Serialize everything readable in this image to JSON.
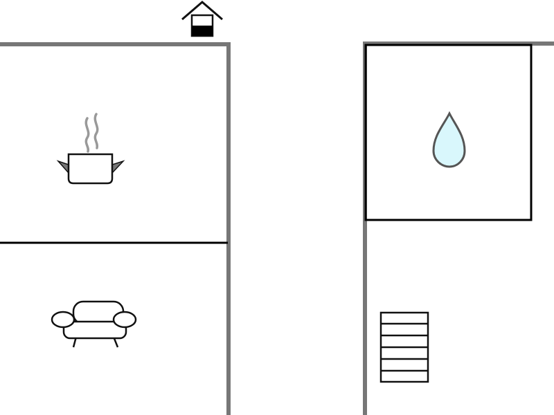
{
  "floorplan": {
    "colors": {
      "background": "#ffffff",
      "outer_wall": "#777777",
      "inner_line": "#000000",
      "icon_stroke": "#111111",
      "steam": "#999999",
      "pot_handles": "#777777",
      "water_fill": "#d9f7fc",
      "water_stroke": "#555555",
      "entrance_door": "#000000"
    },
    "rooms": [
      {
        "name": "kitchen",
        "icon": "cooking-pot-icon"
      },
      {
        "name": "living-room",
        "icon": "sofa-icon"
      },
      {
        "name": "bathroom",
        "icon": "water-drop-icon"
      },
      {
        "name": "stair-hall",
        "icon": "staircase-icon"
      }
    ],
    "entrance": {
      "icon": "house-entrance-icon"
    }
  }
}
